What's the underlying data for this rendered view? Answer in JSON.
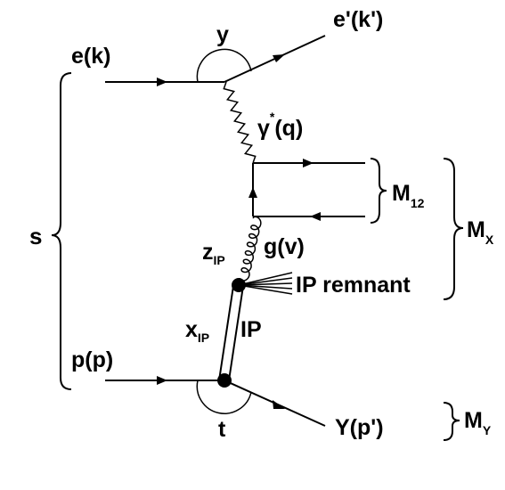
{
  "labels": {
    "electron_in": "e(k)",
    "electron_out": "e'(k')",
    "y_var": "y",
    "photon_base": "γ",
    "photon_star": "*",
    "photon_arg": "(q)",
    "s_var": "s",
    "m12_base": "M",
    "m12_sub": "12",
    "mx_base": "M",
    "mx_sub": "X",
    "z_base": "z",
    "z_sub": "IP",
    "gluon": "g(v)",
    "remnant": "IP remnant",
    "x_base": "x",
    "x_sub": "IP",
    "pomeron": "IP",
    "proton_in": "p(p)",
    "t_var": "t",
    "proton_out": "Y(p')",
    "my_base": "M",
    "my_sub": "Y"
  },
  "colors": {
    "ink": "#000000",
    "background": "#ffffff"
  }
}
